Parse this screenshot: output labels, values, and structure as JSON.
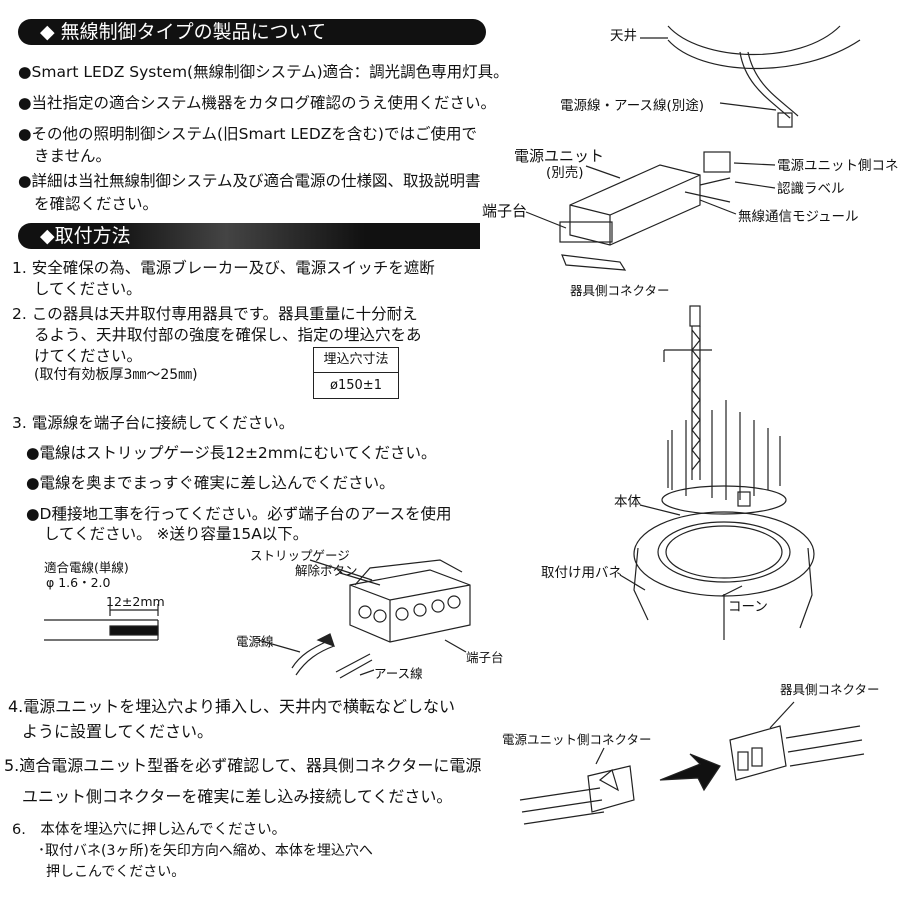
{
  "section1": {
    "title": "◆ 無線制御タイプの製品について",
    "bullets": [
      "●Smart LEDZ System(無線制御システム)適合：調光調色専用灯具。",
      "●当社指定の適合システム機器をカタログ確認のうえ使用ください。",
      "●その他の照明制御システム(旧Smart LEDZを含む)ではご使用で",
      "きません。",
      "●詳細は当社無線制御システム及び適合電源の仕様図、取扱説明書",
      "を確認ください。"
    ]
  },
  "section2": {
    "title": "◆取付方法",
    "steps": [
      "1. 安全確保の為、電源ブレーカー及び、電源スイッチを遮断",
      "してください。",
      "2. この器具は天井取付専用器具です。器具重量に十分耐え",
      "るよう、天井取付部の強度を確保し、指定の埋込穴をあ",
      "けてください。",
      "(取付有効板厚3㎜～25㎜)",
      "3. 電源線を端子台に接続してください。",
      "●電線はストリップゲージ長12±2mmにむいてください。",
      "●電線を奥までまっすぐ確実に差し込んでください。",
      "●D種接地工事を行ってください。必ず端子台のアースを使用",
      "してください。 ※送り容量15A以下。",
      "4.電源ユニットを埋込穴より挿入し、天井内で横転などしない",
      "ように設置してください。",
      "5.適合電源ユニット型番を必ず確認して、器具側コネクターに電源",
      "ユニット側コネクターを確実に差し込み接続してください。",
      "6.　本体を埋込穴に押し込んでください。",
      "･取付バネ(3ヶ所)を矢印方向へ縮め、本体を埋込穴へ",
      "押しこんでください。"
    ],
    "hole_table": {
      "header": "埋込穴寸法",
      "value": "ø150±1"
    }
  },
  "wire_fig": {
    "spec_title": "適合電線(単線)",
    "spec_value": "φ 1.6・2.0",
    "strip_len": "12±2mm",
    "strip_gauge": "ストリップゲージ",
    "release_btn": "解除ボタン",
    "power_wire": "電源線",
    "earth_wire": "アース線",
    "terminal": "端子台"
  },
  "right_fig": {
    "ceiling": "天井",
    "cables": "電源線・アース線(別途)",
    "power_unit": "電源ユニット",
    "power_unit_sub": "(別売)",
    "terminal": "端子台",
    "unit_connector": "電源ユニット側コネクター",
    "cert_label": "認識ラベル",
    "wireless_module": "無線通信モジュール",
    "fixture_connector": "器具側コネクター",
    "body": "本体",
    "spring": "取付け用バネ",
    "cone": "コーン"
  },
  "conn_fig": {
    "fixture_connector": "器具側コネクター",
    "unit_connector": "電源ユニット側コネクター"
  }
}
